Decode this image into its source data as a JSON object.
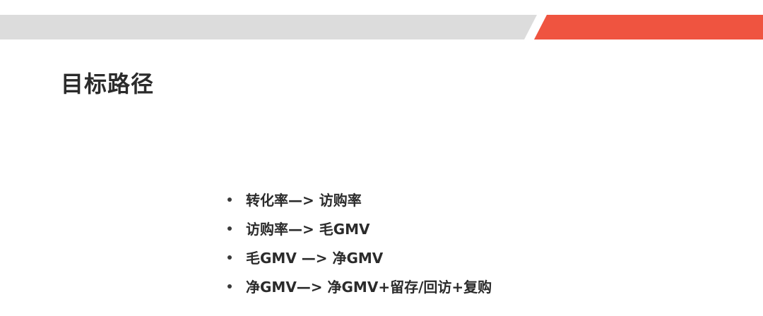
{
  "slide": {
    "title": "目标路径",
    "bullets": [
      "转化率—> 访购率",
      "访购率—> 毛GMV",
      "毛GMV —> 净GMV",
      "净GMV—> 净GMV+留存/回访+复购"
    ]
  },
  "colors": {
    "banner_gray": "#dcdcdc",
    "banner_accent": "#ef5440",
    "text": "#2b2b2b"
  }
}
